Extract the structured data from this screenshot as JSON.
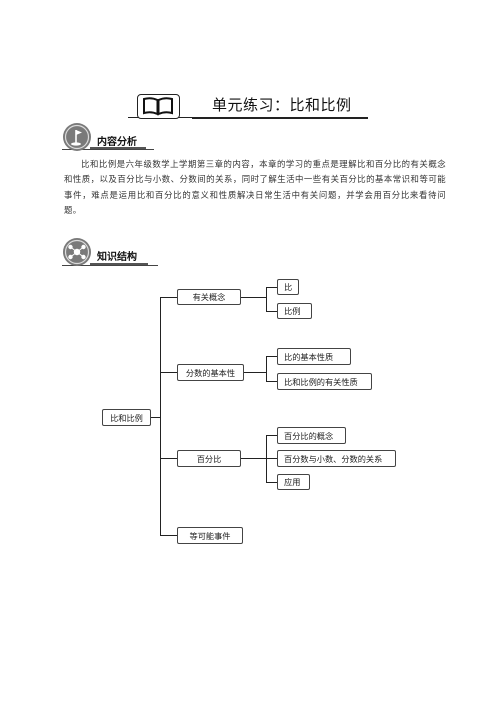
{
  "header": {
    "title": "单元练习：比和比例",
    "icon": "open-book-icon"
  },
  "sections": {
    "content": {
      "label": "内容分析",
      "icon": "compass-flag-icon"
    },
    "structure": {
      "label": "知识结构",
      "icon": "network-gear-icon"
    }
  },
  "paragraph": "比和比例是六年级数学上学期第三章的内容，本章的学习的重点是理解比和百分比的有关概念和性质，以及百分比与小数、分数间的关系，同时了解生活中一些有关百分比的基本常识和等可能事件，难点是运用比和百分比的意义和性质解决日常生活中有关问题，并学会用百分比来看待问题。",
  "mindmap": {
    "root": "比和比例",
    "branches": [
      {
        "label": "有关概念",
        "children": [
          "比",
          "比例"
        ]
      },
      {
        "label": "分数的基本性",
        "children": [
          "比的基本性质",
          "比和比例的有关性质"
        ]
      },
      {
        "label": "百分比",
        "children": [
          "百分比的概念",
          "百分数与小数、分数的关系",
          "应用"
        ]
      },
      {
        "label": "等可能事件",
        "children": []
      }
    ]
  }
}
